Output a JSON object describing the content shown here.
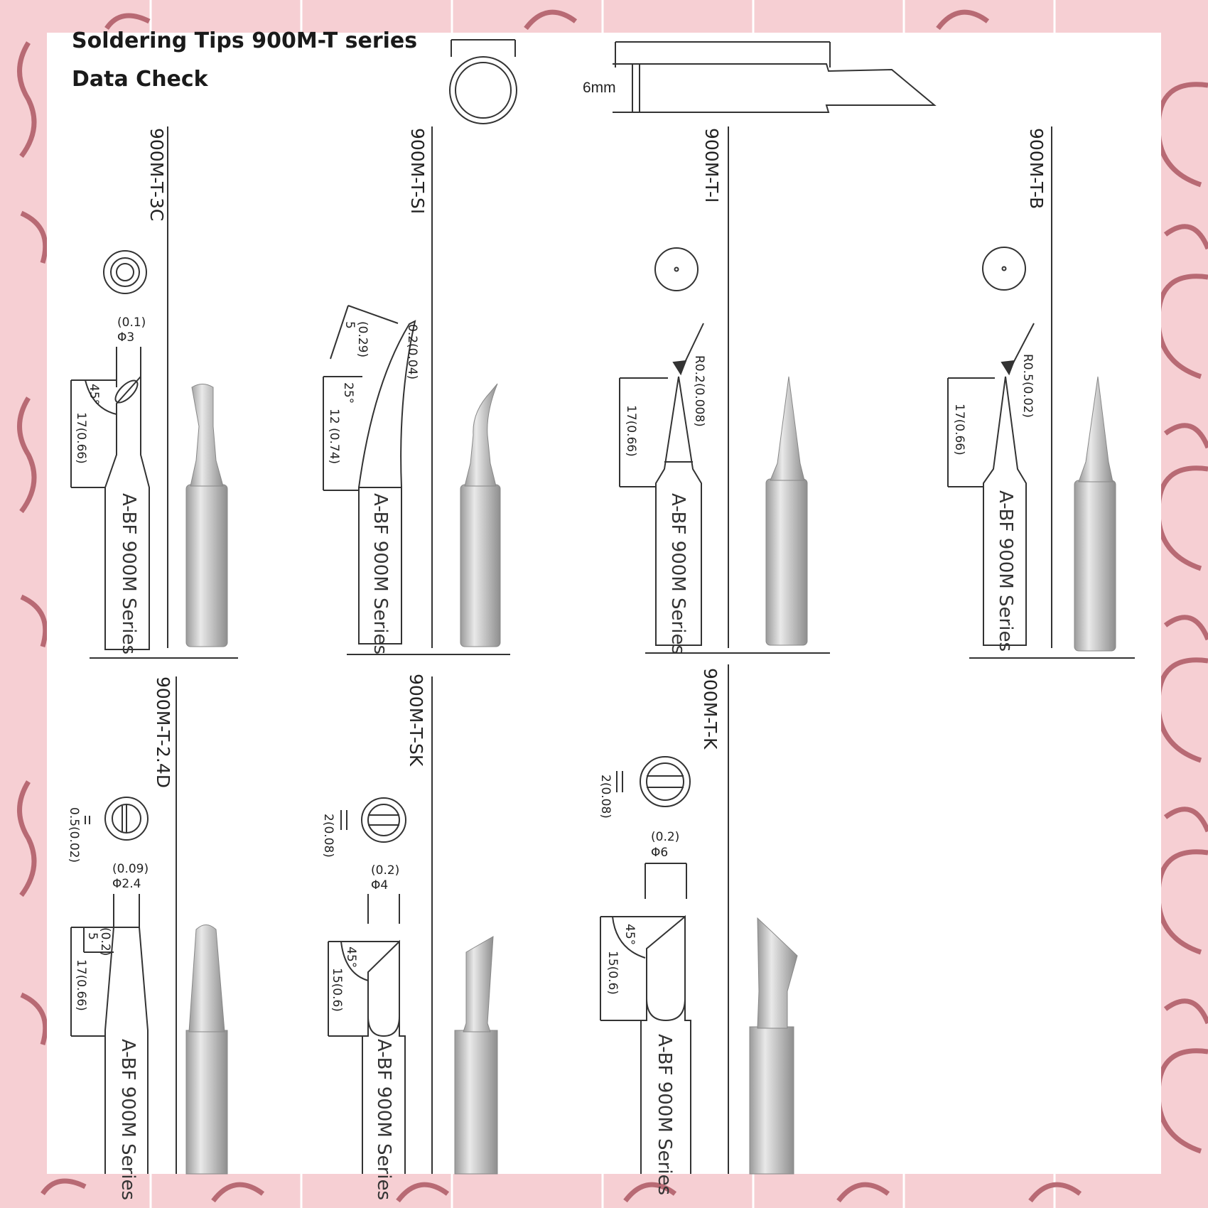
{
  "header": {
    "title": "Soldering Tips 900M-T series",
    "subtitle": "Data Check",
    "shank_diameter": "6mm"
  },
  "tips": [
    {
      "model": "900M-T-3C",
      "series": "A-BF 900M Series",
      "dims": [
        "(0.1)",
        "Φ3",
        "45°",
        "17(0.66)"
      ]
    },
    {
      "model": "900M-T-SI",
      "series": "A-BF 900M Series",
      "dims": [
        "(0.29)",
        "5",
        "25°",
        "12 (0.74)",
        "0.2(0.04)"
      ]
    },
    {
      "model": "900M-T-I",
      "series": "A-BF 900M Series",
      "dims": [
        "R0.2(0.008)",
        "17(0.66)"
      ]
    },
    {
      "model": "900M-T-B",
      "series": "A-BF 900M Series",
      "dims": [
        "R0.5(0.02)",
        "17(0.66)"
      ]
    },
    {
      "model": "900M-T-2.4D",
      "series": "A-BF 900M Series",
      "dims": [
        "0.5(0.02)",
        "(0.09)",
        "Φ2.4",
        "(0.2)",
        "5",
        "17(0.66)"
      ]
    },
    {
      "model": "900M-T-SK",
      "series": "A-BF 900M Series",
      "dims": [
        "2(0.08)",
        "(0.2)",
        "Φ4",
        "45°",
        "15(0.6)"
      ]
    },
    {
      "model": "900M-T-K",
      "series": "A-BF 900M Series",
      "dims": [
        "2(0.08)",
        "(0.2)",
        "Φ6",
        "45°",
        "15(0.6)"
      ]
    }
  ]
}
